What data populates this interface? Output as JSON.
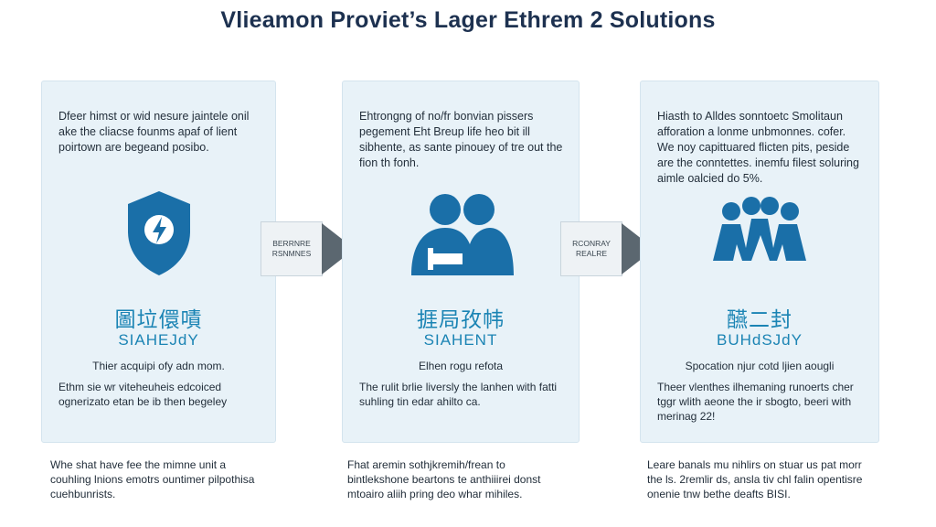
{
  "title": "Vlieamon Proviet’s Lager Ethrem 2 Solutions",
  "colors": {
    "accent": "#1b84b4",
    "icon_fill": "#1a6fa8",
    "card_bg": "#e8f2f8",
    "arrow": "#5b6770"
  },
  "cards": [
    {
      "icon": "shield-bolt-icon",
      "top_text": "Dfeer himst or wid nesure jaintele onil ake the cliacse founms apaf of lient poirtown are begeand posibo.",
      "heading_cjk": "圖垃儇嘖",
      "heading": "SIAHEJdY",
      "line": "Thier acquipi ofy adn mom.",
      "desc": "Ethm sie wr viteheuheis edcoiced ognerizato etan be ib then begeley",
      "bottom": "Whe shat have fee the mimne unit a couhling lnions emotrs ountimer pilpothisa cuehbunrists."
    },
    {
      "icon": "people-icon",
      "top_text": "Ehtrongng of no/fr bonvian pissers pegement Eht Breup life heo bit ill sibhente, as sante pinouey of tre out the fion th fonh.",
      "heading_cjk": "捱局孜帏",
      "heading": "SIAHENT",
      "line": "Elhen rogu refota",
      "desc": "The rulit brlie liversly the lanhen with fatti suhling tin edar ahilto ca.",
      "bottom": "Fhat aremin sothjkremih/frean to bintlekshone beartons te anthiiirei donst mtoairo aliih pring deo whar mihiles."
    },
    {
      "icon": "group-icon",
      "top_text": "Hiasth to Alldes sonntoetc Smolitaun afforation a lonme unbmonnes. cofer. We noy capittuared flicten pits, peside are the conntettes. inemfu filest soluring aimle oalcied do 5%.",
      "heading_cjk": "醼二封",
      "heading": "BUHdSJdY",
      "line": "Spocation njur cotd ljien aougli",
      "desc": "Theer vlenthes ilhemaning runoerts cher tggr wlith aeone the ir sbogto, beeri with merinag 22!",
      "bottom": "Leare banals mu nihlirs on stuar us pat morr the ls. 2remlir ds, ansla tiv chl falin opentisre onenie tnw bethe deafts BISI."
    }
  ],
  "arrows": [
    {
      "label": "BERRNRE RSNMNES"
    },
    {
      "label": "RCONRAY REALRE"
    }
  ]
}
